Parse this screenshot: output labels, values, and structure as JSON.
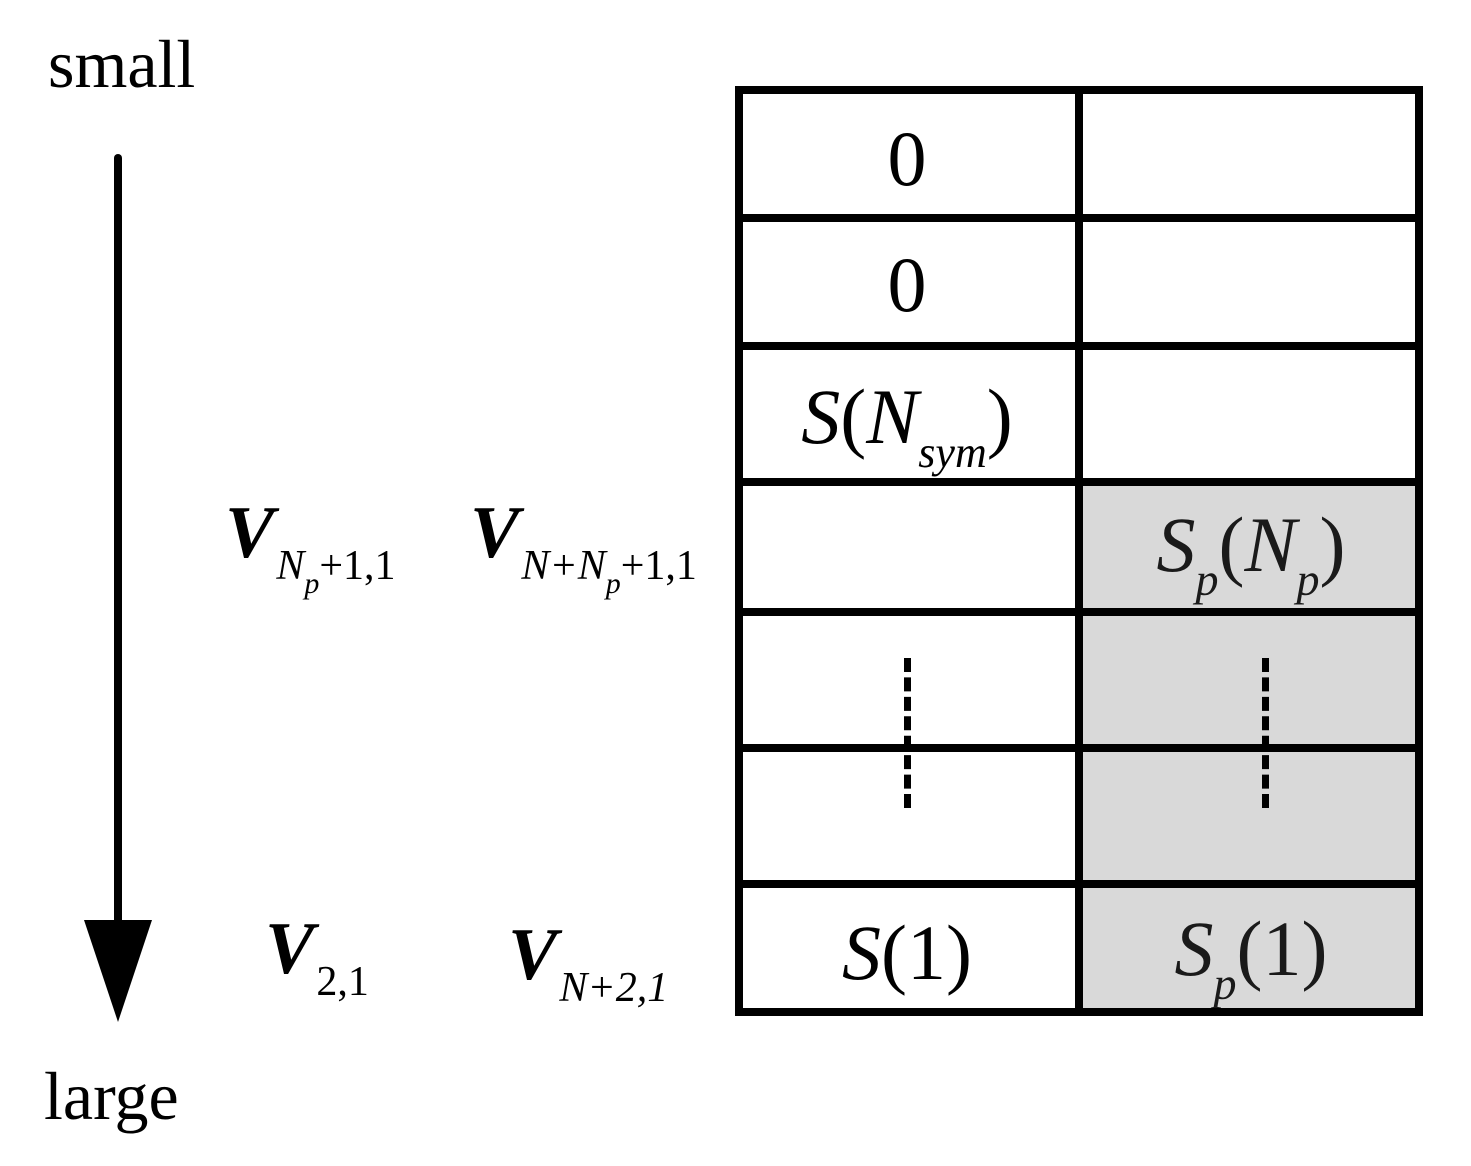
{
  "axis": {
    "top_label": "small",
    "bottom_label": "large"
  },
  "row_labels": {
    "upper_left": {
      "base": "V",
      "sub_main": "N",
      "sub_sub": "p",
      "sub_tail": "+1,1"
    },
    "upper_right": {
      "base": "V",
      "sub_head": "N+N",
      "sub_sub": "p",
      "sub_tail": "+1,1"
    },
    "lower_left": {
      "base": "V",
      "sub_tail": "2,1"
    },
    "lower_right": {
      "base": "V",
      "sub_tail": "N+2,1"
    }
  },
  "grid": {
    "col1": {
      "row1": "0",
      "row2": "0",
      "row3": {
        "func": "S",
        "open": "(",
        "arg": "N",
        "sub": "sym",
        "close": ")"
      },
      "row7": {
        "func": "S",
        "arg": "(1)"
      }
    },
    "col2": {
      "row4": {
        "func": "S",
        "sub": "p",
        "open": "(",
        "arg": "N",
        "argsub": "p",
        "close": ")"
      },
      "row7": {
        "func": "S",
        "sub": "p",
        "arg": "(1)"
      }
    },
    "shade_color": "#d9d9d9",
    "line_color": "#000000"
  }
}
